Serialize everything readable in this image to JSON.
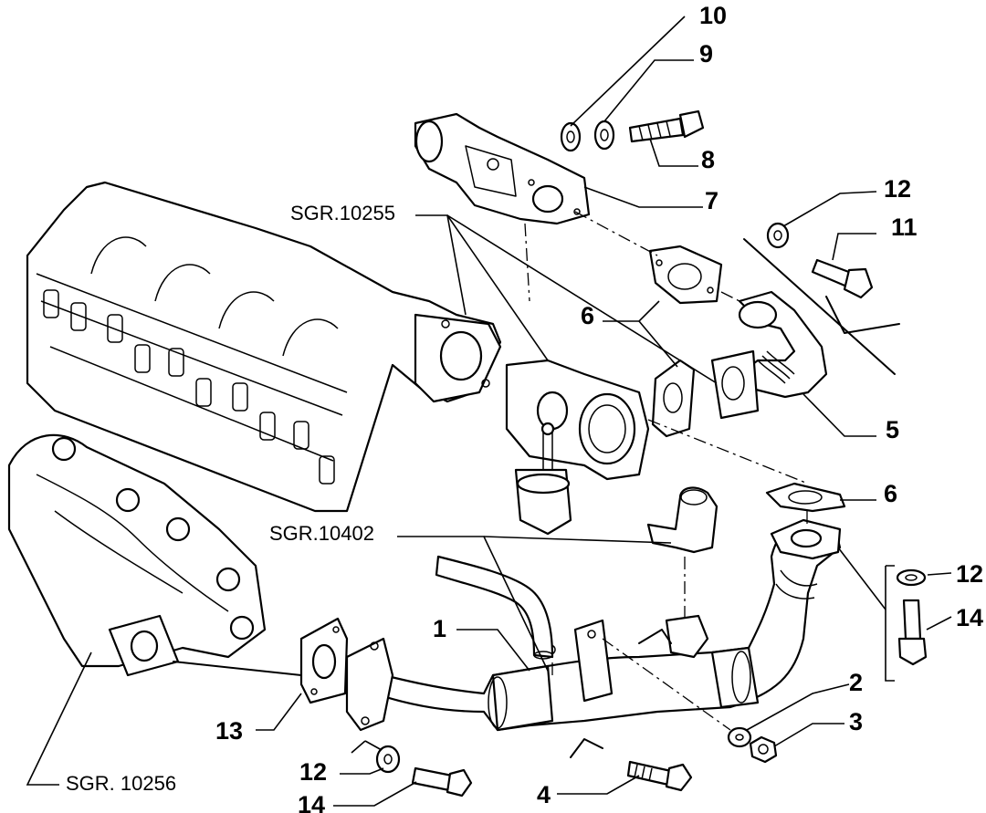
{
  "callouts": {
    "n1": "1",
    "n2": "2",
    "n3": "3",
    "n4": "4",
    "n5": "5",
    "n6a": "6",
    "n6b": "6",
    "n7": "7",
    "n8": "8",
    "n9": "9",
    "n10": "10",
    "n11": "11",
    "n12a": "12",
    "n12b": "12",
    "n12c": "12",
    "n13": "13",
    "n14a": "14",
    "n14b": "14"
  },
  "references": {
    "sgr_10255": "SGR.10255",
    "sgr_10402": "SGR.10402",
    "sgr_10256": "SGR. 10256"
  }
}
